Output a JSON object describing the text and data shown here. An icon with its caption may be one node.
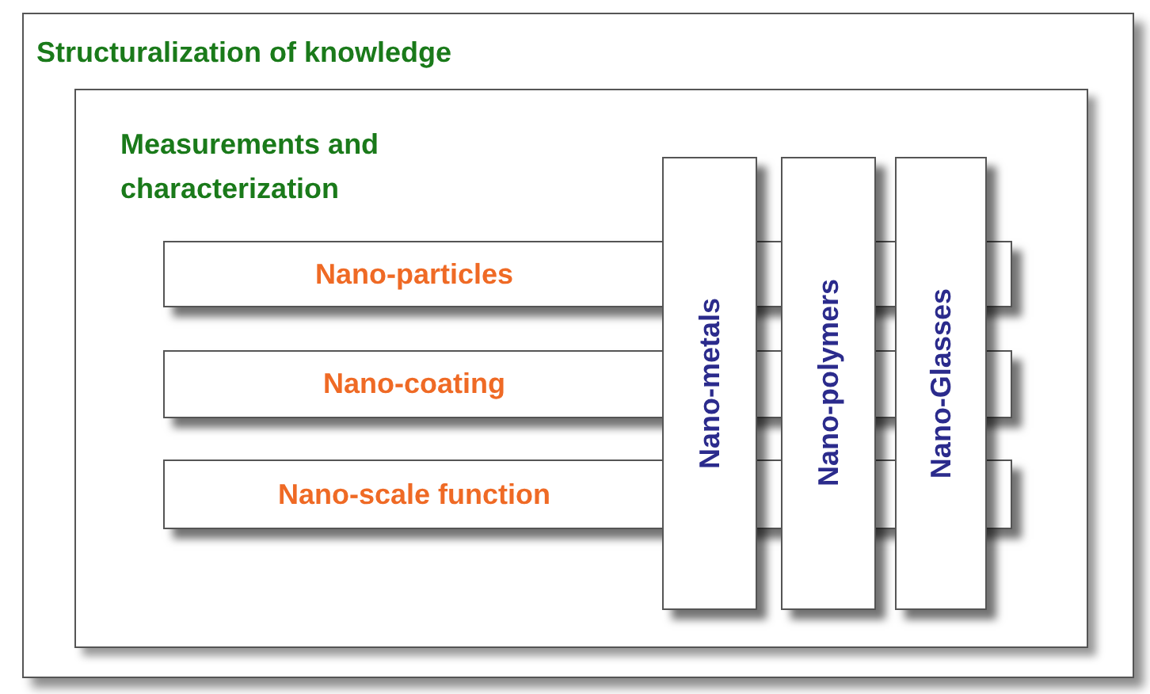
{
  "diagram": {
    "nodes": [
      {
        "text": [
          "Structuralization of knowledge"
        ]
      },
      {
        "text": [
          "Measurements and characterization"
        ],
        "in": 0
      },
      {
        "text": [
          "Nano-particles"
        ],
        "in": 1
      },
      {
        "text": [
          "Nano-coating"
        ],
        "in": 1
      },
      {
        "text": [
          "Nano-scale function"
        ],
        "in": 1
      },
      {
        "text": [
          "Nano-metals"
        ],
        "in": 1
      },
      {
        "text": [
          "Nano-polymers"
        ],
        "in": 1
      },
      {
        "text": [
          "Nano-Glasses"
        ],
        "in": 1
      }
    ]
  }
}
